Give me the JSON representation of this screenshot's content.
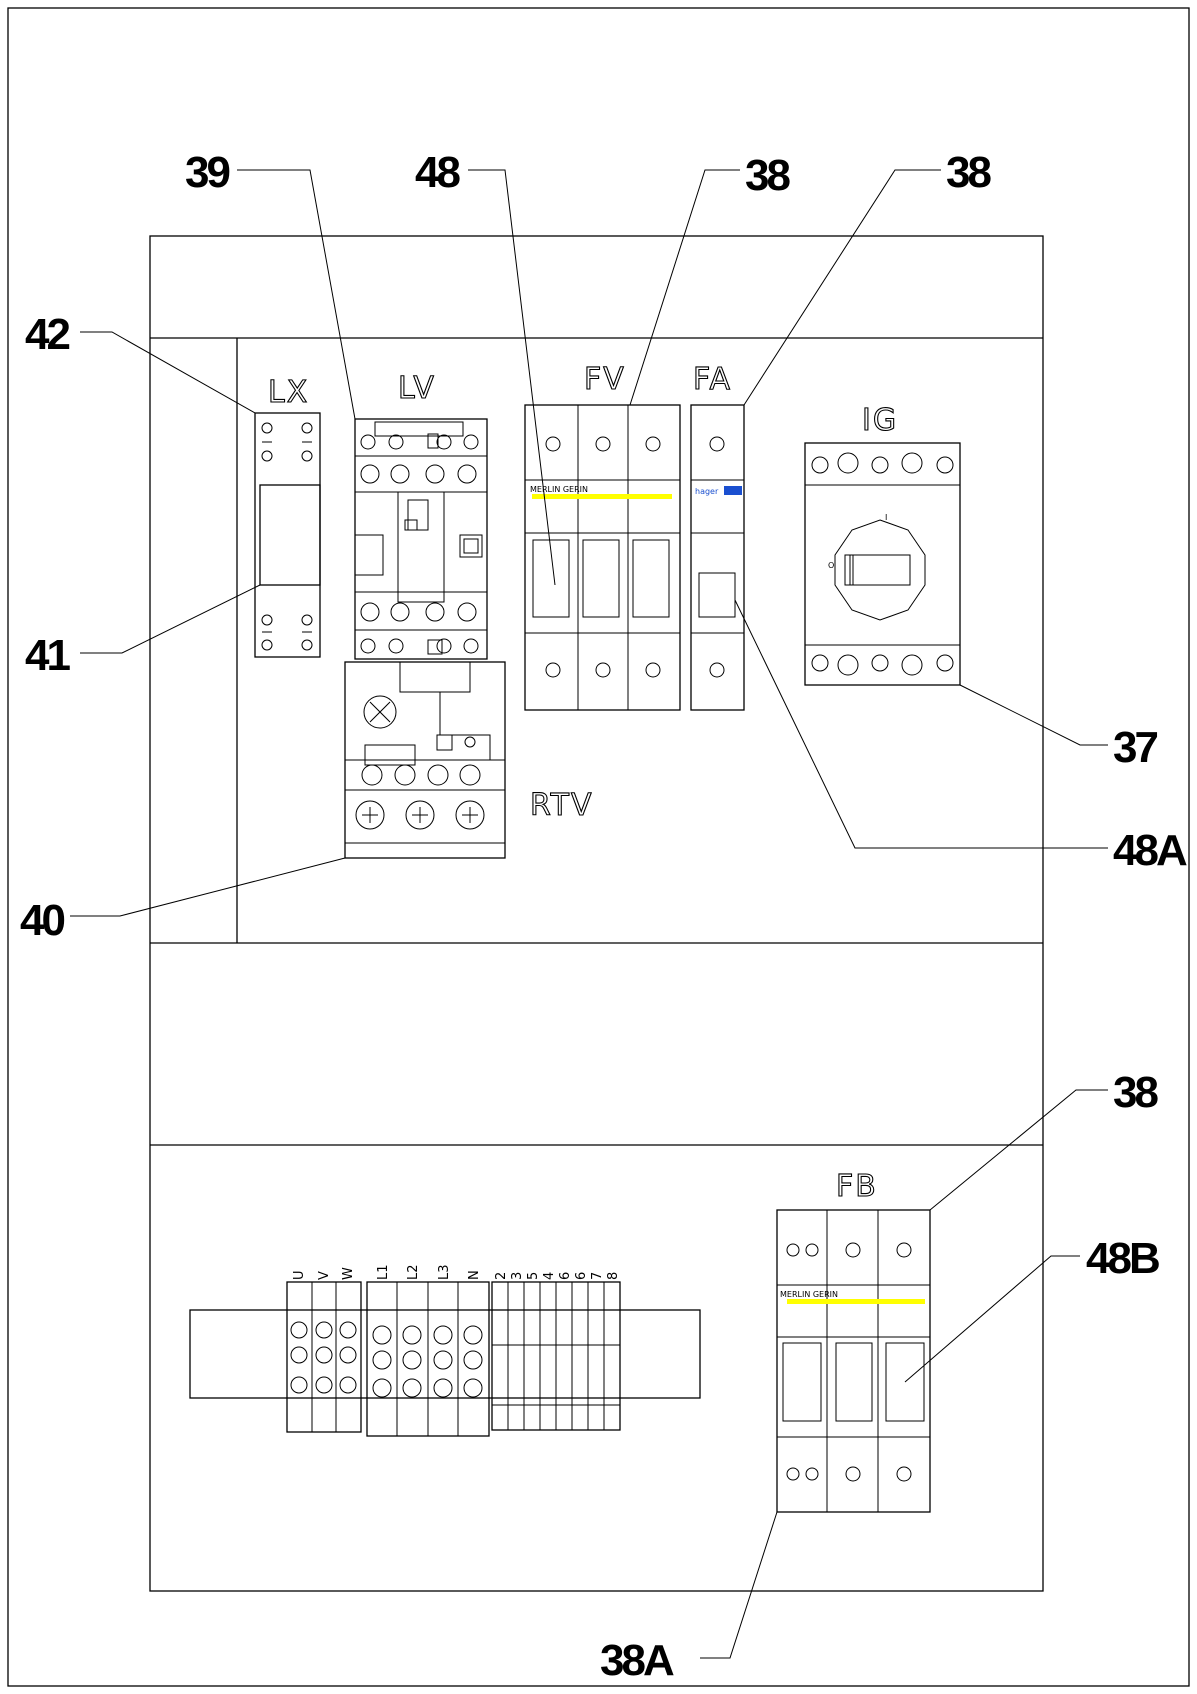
{
  "callouts": {
    "c39": "39",
    "c48": "48",
    "c38_fv": "38",
    "c38_fa": "38",
    "c42": "42",
    "c41": "41",
    "c37": "37",
    "c48a": "48A",
    "c40": "40",
    "c38_fb": "38",
    "c48b": "48B",
    "c38a": "38A"
  },
  "labels": {
    "lx": "LX",
    "lv": "LV",
    "fv": "FV",
    "fa": "FA",
    "ig": "IG",
    "rtv": "RTV",
    "fb": "FB"
  },
  "brands": {
    "merlin_fv": "MERLIN GERIN",
    "hager": "hager",
    "merlin_fb": "MERLIN GERIN"
  },
  "switch_marks": {
    "on": "I",
    "off": "O"
  },
  "terminals": {
    "motor": [
      "U",
      "V",
      "W"
    ],
    "supply": [
      "L1",
      "L2",
      "L3",
      "N"
    ],
    "control": [
      "2",
      "3",
      "5",
      "4",
      "6",
      "6",
      "7",
      "8"
    ]
  },
  "colors": {
    "line": "#000000",
    "highlight": "#ffff00",
    "brand_blue": "#1a4fd0"
  }
}
